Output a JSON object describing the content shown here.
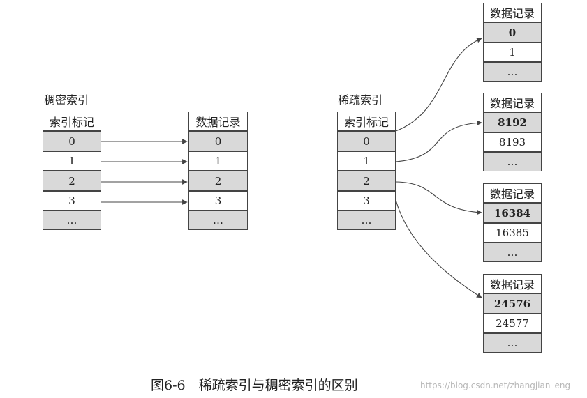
{
  "dense": {
    "title": "稠密索引",
    "index_header": "索引标记",
    "index_rows": [
      "0",
      "1",
      "2",
      "3",
      "…"
    ],
    "data_header": "数据记录",
    "data_rows": [
      "0",
      "1",
      "2",
      "3",
      "…"
    ]
  },
  "sparse": {
    "title": "稀疏索引",
    "index_header": "索引标记",
    "index_rows": [
      "0",
      "1",
      "2",
      "3",
      "…"
    ],
    "data_blocks": [
      {
        "header": "数据记录",
        "rows": [
          "0",
          "1",
          "…"
        ]
      },
      {
        "header": "数据记录",
        "rows": [
          "8192",
          "8193",
          "…"
        ]
      },
      {
        "header": "数据记录",
        "rows": [
          "16384",
          "16385",
          "…"
        ]
      },
      {
        "header": "数据记录",
        "rows": [
          "24576",
          "24577",
          "…"
        ]
      }
    ]
  },
  "caption": "图6-6　稀疏索引与稠密索引的区别",
  "watermark": "https://blog.csdn.net/zhangjian_eng",
  "colors": {
    "cell_gray": "#d9d9d9",
    "line": "#444444"
  }
}
